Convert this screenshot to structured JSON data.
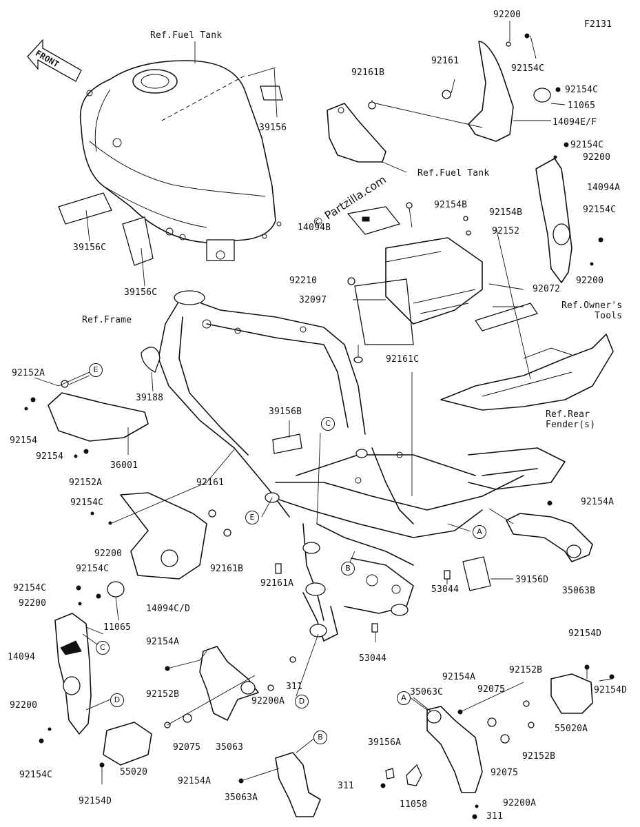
{
  "diagram": {
    "figure_id": "F2131",
    "front_arrow": "FRONT",
    "watermark": "© Partzilla.com",
    "references": {
      "fuel_tank_top": "Ref.Fuel Tank",
      "fuel_tank_cover": "Ref.Fuel Tank",
      "frame": "Ref.Frame",
      "owners_tools": "Ref.Owner's\nTools",
      "rear_fender": "Ref.Rear\nFender(s)"
    },
    "part_numbers": {
      "p92200_top": "92200",
      "p92161_top": "92161",
      "p92161B_top": "92161B",
      "p92154C_top": "92154C",
      "p92154C_b": "92154C",
      "p11065_top": "11065",
      "p14094EF": "14094E/F",
      "p92154C_c": "92154C",
      "p92200_b": "92200",
      "p14094A": "14094A",
      "p92154C_d": "92154C",
      "p92200_c": "92200",
      "p39156": "39156",
      "p39156C_a": "39156C",
      "p39156C_b": "39156C",
      "p92154B_a": "92154B",
      "p92154B_b": "92154B",
      "p14094B": "14094B",
      "p92152": "92152",
      "p92210": "92210",
      "p92072": "92072",
      "p32097": "32097",
      "p92161C": "92161C",
      "p39188": "39188",
      "p92152A_a": "92152A",
      "p92154_a": "92154",
      "p92154_b": "92154",
      "p36001": "36001",
      "p92152A_b": "92152A",
      "p39156B": "39156B",
      "p92161_mid": "92161",
      "p92154C_e": "92154C",
      "p92200_d": "92200",
      "p92161B_mid": "92161B",
      "p92154C_f": "92154C",
      "p92154C_g": "92154C",
      "p92200_e": "92200",
      "p14094CD": "14094C/D",
      "p11065_mid": "11065",
      "p92161A": "92161A",
      "p53044_a": "53044",
      "p39156D": "39156D",
      "p92154A_a": "92154A",
      "p35063B": "35063B",
      "p14094": "14094",
      "p92154A_b": "92154A",
      "p53044_b": "53044",
      "p92154D_a": "92154D",
      "p311_a": "311",
      "p92200A_a": "92200A",
      "p92152B_a": "92152B",
      "p92075_a": "92075",
      "p35063": "35063",
      "p92200_f": "92200",
      "p92154C_h": "92154C",
      "p55020": "55020",
      "p92154D_b": "92154D",
      "p92154A_c": "92154A",
      "p35063A": "35063A",
      "p92154A_d": "92154A",
      "p35063C": "35063C",
      "p92075_b": "92075",
      "p92152B_b": "92152B",
      "p92154D_c": "92154D",
      "p55020A": "55020A",
      "p92152B_c": "92152B",
      "p92075_c": "92075",
      "p39156A": "39156A",
      "p311_b": "311",
      "p11058": "11058",
      "p92200A_b": "92200A",
      "p311_c": "311"
    },
    "callouts": {
      "E_top": "E",
      "E_mid": "E",
      "C_top": "C",
      "C_left": "C",
      "A_mid": "A",
      "A_bot": "A",
      "B_mid": "B",
      "B_bot": "B",
      "D_left": "D",
      "D_bot": "D"
    }
  }
}
